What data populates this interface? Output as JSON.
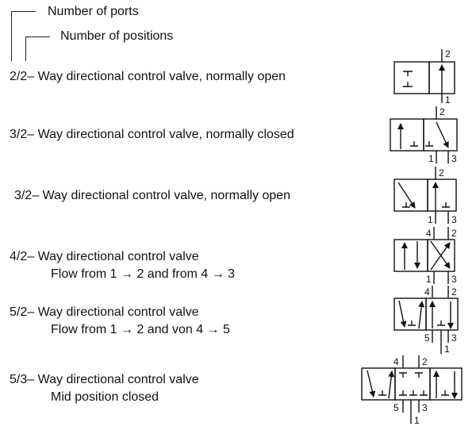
{
  "legend": {
    "ports_label": "Number of ports",
    "positions_label": "Number of positions"
  },
  "valves": [
    {
      "code": "2/2",
      "line1": "– Way directional control valve, normally open",
      "line2": "",
      "ports": [
        "2",
        "1"
      ]
    },
    {
      "code": "3/2",
      "line1": "– Way directional control valve, normally closed",
      "line2": "",
      "ports": [
        "2",
        "1",
        "3"
      ]
    },
    {
      "code": "3/2",
      "line1": "– Way directional control valve, normally open",
      "line2": "",
      "ports": [
        "2",
        "1",
        "3"
      ]
    },
    {
      "code": "4/2",
      "line1": "– Way directional control valve",
      "line2": "Flow from 1 → 2 and from 4 → 3",
      "ports": [
        "4",
        "2",
        "1",
        "3"
      ]
    },
    {
      "code": "5/2",
      "line1": "– Way directional control valve",
      "line2": "Flow from 1 → 2 and von 4 → 5",
      "ports": [
        "4",
        "2",
        "5",
        "3",
        "1"
      ]
    },
    {
      "code": "5/3",
      "line1": "– Way directional control valve",
      "line2": "Mid position closed",
      "ports": [
        "4",
        "2",
        "5",
        "3",
        "1"
      ]
    }
  ]
}
